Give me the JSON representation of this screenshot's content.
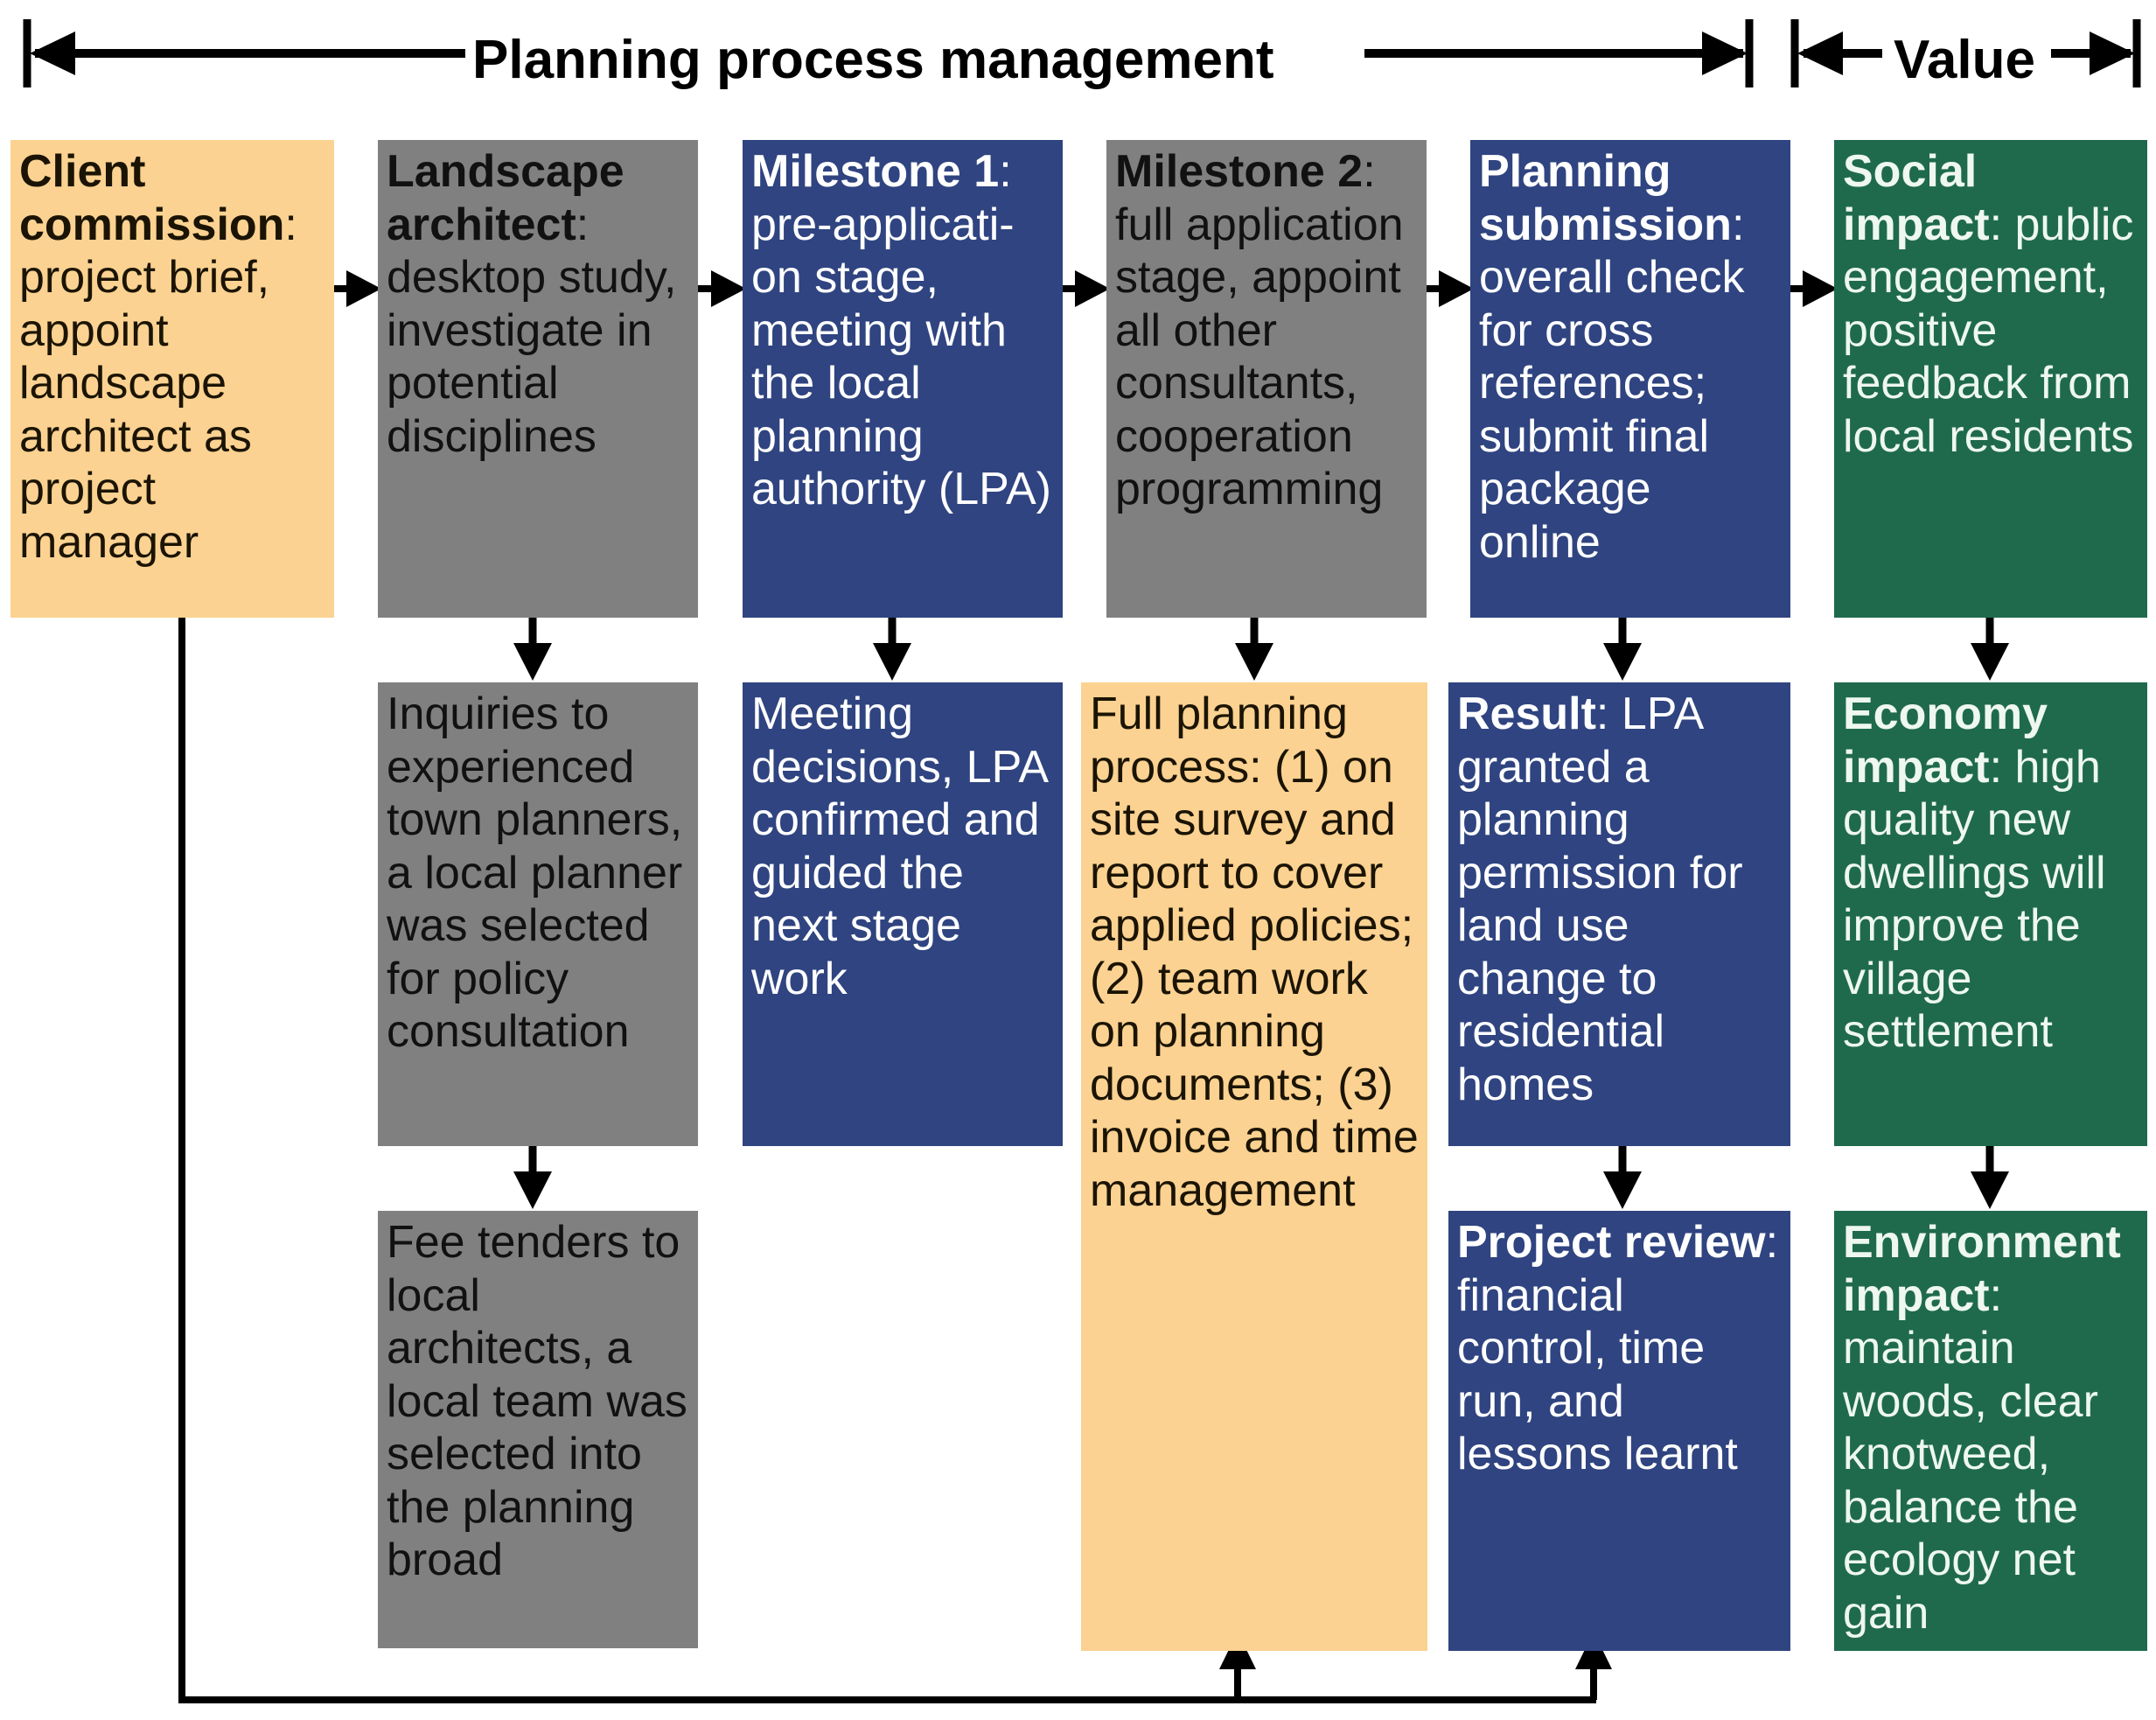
{
  "header": {
    "sections": [
      {
        "label": "Planning process management",
        "name": "planning-process-management"
      },
      {
        "label": "Value",
        "name": "value"
      }
    ]
  },
  "colors": {
    "orange": "#FBD291",
    "gray": "#808080",
    "blue": "#2F4480",
    "green": "#1F6A4D",
    "connector": "#000000"
  },
  "columns": [
    {
      "id": "client-commission",
      "boxes": [
        {
          "id": "client-commission",
          "color": "orange",
          "title": "Client commission",
          "title_suffix": ":",
          "body": "project brief, appoint landscape architect as project manager"
        }
      ]
    },
    {
      "id": "landscape-architect",
      "boxes": [
        {
          "id": "landscape-architect",
          "color": "gray",
          "title": "Landscape architect",
          "title_suffix": ":",
          "body": "desktop study, investigate in potential disciplines"
        },
        {
          "id": "inquiries-town-planners",
          "color": "gray",
          "title": "",
          "title_suffix": "",
          "body": "Inquiries to experienced town planners, a local planner was selected for policy consultation"
        },
        {
          "id": "fee-tenders",
          "color": "gray",
          "title": "",
          "title_suffix": "",
          "body": "Fee tenders to local architects, a local team was selected into the planning broad"
        }
      ]
    },
    {
      "id": "milestone-1",
      "boxes": [
        {
          "id": "milestone-1",
          "color": "blue",
          "title": "Milestone 1",
          "title_suffix": ":",
          "body": "pre-applicati-on stage, meeting with the local planning authority (LPA)"
        },
        {
          "id": "meeting-decisions",
          "color": "blue",
          "title": "",
          "title_suffix": "",
          "body": "Meeting decisions, LPA confirmed and guided the next stage work"
        }
      ]
    },
    {
      "id": "milestone-2",
      "boxes": [
        {
          "id": "milestone-2",
          "color": "gray",
          "title": "Milestone 2",
          "title_suffix": ":",
          "body": "full application stage, appoint all other consultants, cooperation programming"
        },
        {
          "id": "full-planning-process",
          "color": "orange",
          "title": "",
          "title_suffix": "",
          "body": "Full planning process: (1) on site survey and report to cover applied policies; (2) team work on planning documents; (3) invoice and  time management"
        }
      ]
    },
    {
      "id": "planning-submission",
      "boxes": [
        {
          "id": "planning-submission",
          "color": "blue",
          "title": "Planning submission",
          "title_suffix": ":",
          "body": "overall check for cross references; submit final package online"
        },
        {
          "id": "result",
          "color": "blue",
          "title": "Result",
          "title_suffix": ":",
          "body": "LPA granted a planning permission for land use change to residential homes"
        },
        {
          "id": "project-review",
          "color": "blue",
          "title": "Project review",
          "title_suffix": ":",
          "body": "financial control, time run, and lessons learnt"
        }
      ]
    },
    {
      "id": "value",
      "boxes": [
        {
          "id": "social-impact",
          "color": "green",
          "title": "Social impact",
          "title_suffix": ":",
          "body": "public engagement, positive feedback from local residents"
        },
        {
          "id": "economy-impact",
          "color": "green",
          "title": "Economy impact",
          "title_suffix": ":",
          "body": "high quality new dwellings will improve the village settlement"
        },
        {
          "id": "environment-impact",
          "color": "green",
          "title": "Environment impact",
          "title_suffix": ":",
          "body": "maintain woods, clear knotweed, balance the ecology net gain"
        }
      ]
    }
  ],
  "connectors": {
    "horizontal_arrows": 5,
    "vertical_arrows": 5,
    "feedback_loop_arrows": 2
  }
}
